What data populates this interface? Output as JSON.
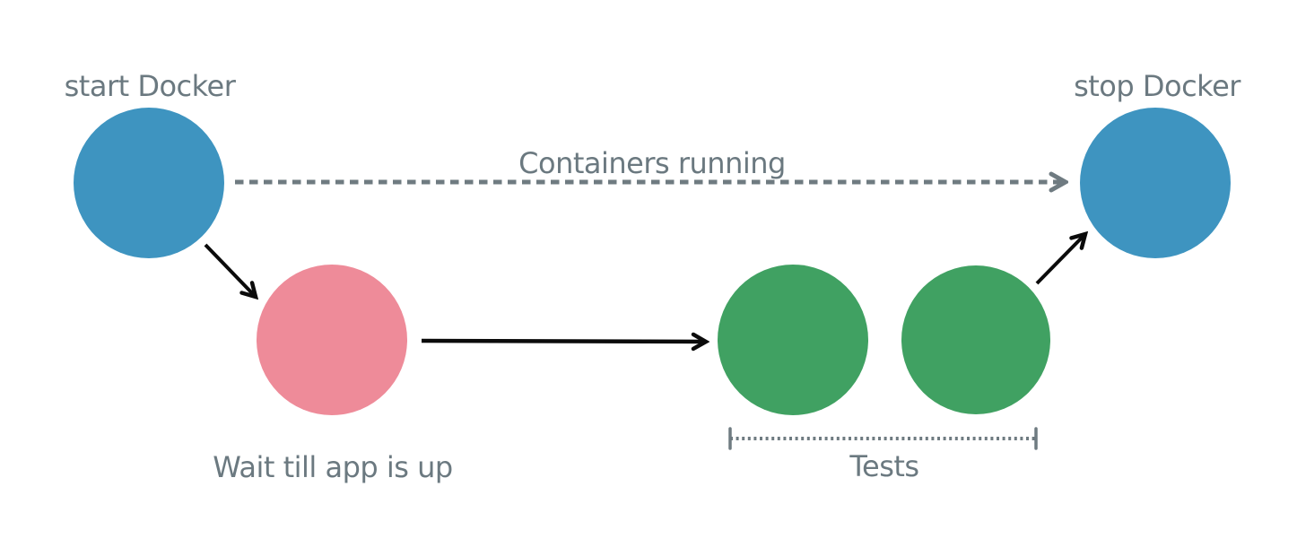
{
  "colors": {
    "background": "#ffffff",
    "node_blue": "#3e94c0",
    "node_pink": "#ee8b99",
    "node_green": "#40a162",
    "label_gray": "#6b7980",
    "dash_gray": "#6f7b81",
    "arrow_black": "#0b0b0b"
  },
  "diagram": {
    "nodes": [
      {
        "id": "start-docker",
        "label": "start Docker",
        "color": "#3e94c0"
      },
      {
        "id": "wait-till-app-is-up",
        "label": "Wait till app is up",
        "color": "#ee8b99"
      },
      {
        "id": "test-run-1",
        "color": "#40a162"
      },
      {
        "id": "test-run-2",
        "color": "#40a162"
      },
      {
        "id": "stop-docker",
        "label": "stop Docker",
        "color": "#3e94c0"
      }
    ],
    "edges": [
      {
        "from": "start-docker",
        "to": "stop-docker",
        "label": "Containers running",
        "style": "dashed"
      },
      {
        "from": "start-docker",
        "to": "wait-till-app-is-up",
        "style": "solid"
      },
      {
        "from": "wait-till-app-is-up",
        "to": "test-run-1",
        "style": "solid"
      },
      {
        "from": "test-run-2",
        "to": "stop-docker",
        "style": "solid"
      }
    ],
    "annotations": [
      {
        "type": "bracket",
        "label": "Tests",
        "spans": [
          "test-run-1",
          "test-run-2"
        ],
        "style": "dotted"
      }
    ]
  }
}
